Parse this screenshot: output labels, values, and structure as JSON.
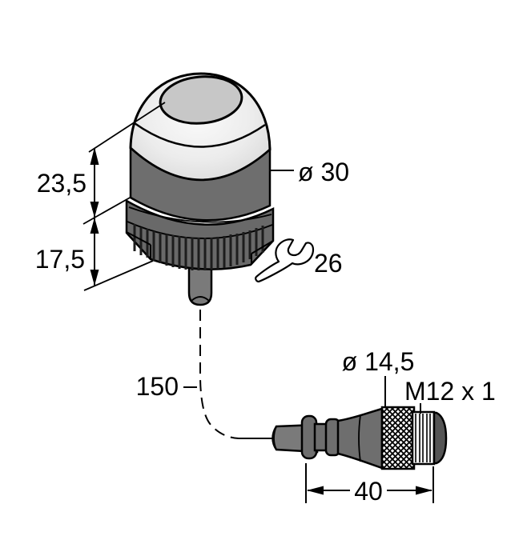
{
  "drawing": {
    "labels": {
      "lens_height": "23,5",
      "body_height": "17,5",
      "head_diameter": "ø 30",
      "wrench_size": "26",
      "cable_length": "150",
      "connector_diameter": "ø 14,5",
      "thread_spec": "M12 x 1",
      "connector_length": "40"
    },
    "icons": {
      "wrench": "wrench-icon"
    },
    "colors": {
      "line": "#000000",
      "body_gray": "#6e6e6e",
      "dome_light": "#ededed",
      "lens_gray": "#c7c7c7",
      "cable_gray": "#7a7a7a",
      "knurl_background": "#ffffff",
      "background": "#ffffff"
    }
  }
}
